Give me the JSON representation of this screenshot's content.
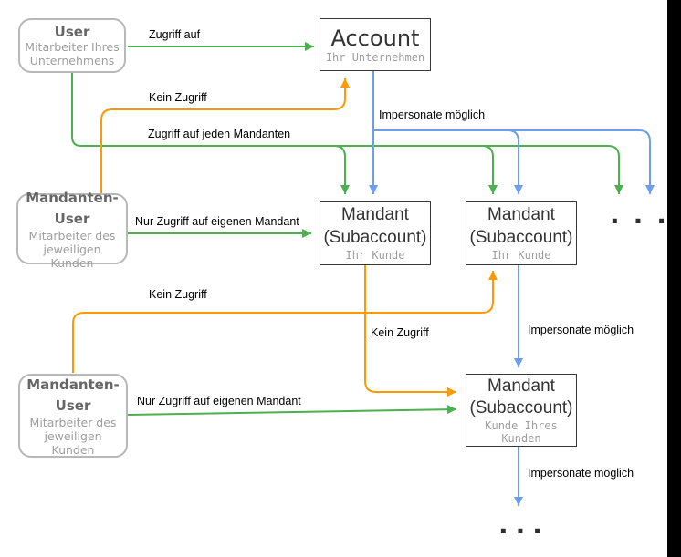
{
  "colors": {
    "green": "#4CAF50",
    "orange": "#FF9900",
    "blue": "#6D9EEB",
    "node_border": "#383838",
    "rounded_border": "#B8B8B8",
    "title_dark": "#333333",
    "title_gray": "#666666",
    "subtitle_gray": "#9E9E9E",
    "label": "#000000",
    "band": "#000000"
  },
  "nodes": {
    "user_top": {
      "title": "User",
      "subtitle": "Mitarbeiter Ihres Unternehmens"
    },
    "account": {
      "title": "Account",
      "subtitle": "Ihr Unternehmen"
    },
    "mandanten_user_mid": {
      "title": "Mandanten-User",
      "subtitle": "Mitarbeiter des jeweiligen Kunden"
    },
    "mandant_1": {
      "title": "Mandant (Subaccount)",
      "subtitle": "Ihr Kunde"
    },
    "mandant_2": {
      "title": "Mandant (Subaccount)",
      "subtitle": "Ihr Kunde"
    },
    "mandanten_user_bottom": {
      "title": "Mandanten-User",
      "subtitle": "Mitarbeiter des jeweiligen Kunden"
    },
    "mandant_3": {
      "title": "Mandant (Subaccount)",
      "subtitle": "Kunde Ihres Kunden"
    }
  },
  "labels": {
    "zugriff_auf": "Zugriff auf",
    "kein_zugriff_top": "Kein Zugriff",
    "impersonate_top": "Impersonate möglich",
    "zugriff_jeden": "Zugriff auf jeden Mandanten",
    "nur_zugriff_mid": "Nur Zugriff auf eigenen Mandant",
    "kein_zugriff_mid": "Kein Zugriff",
    "kein_zugriff_low": "Kein Zugriff",
    "impersonate_mid": "Impersonate möglich",
    "nur_zugriff_bottom": "Nur Zugriff auf eigenen Mandant",
    "impersonate_bottom": "Impersonate möglich",
    "ellipsis_top": "...",
    "ellipsis_bottom": "..."
  }
}
